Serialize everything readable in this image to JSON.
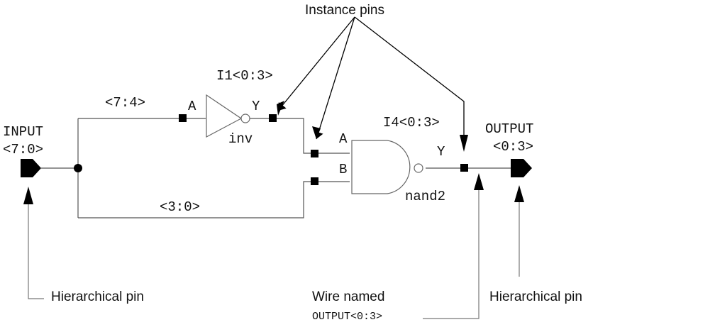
{
  "annotations": {
    "instance_pins": "Instance pins",
    "hier_pin_left": "Hierarchical pin",
    "hier_pin_right": "Hierarchical pin",
    "wire_named": "Wire named",
    "wire_name_value": "OUTPUT<0:3>"
  },
  "input_pin": {
    "name": "INPUT",
    "bus": "<7:0>"
  },
  "output_pin": {
    "name": "OUTPUT",
    "bus": "<0:3>"
  },
  "wires": {
    "upper_bus": "<7:4>",
    "lower_bus": "<3:0>"
  },
  "inverter": {
    "instance": "I1<0:3>",
    "cell": "inv",
    "pin_in": "A",
    "pin_out": "Y"
  },
  "nand": {
    "instance": "I4<0:3>",
    "cell": "nand2",
    "pin_a": "A",
    "pin_b": "B",
    "pin_out": "Y"
  }
}
